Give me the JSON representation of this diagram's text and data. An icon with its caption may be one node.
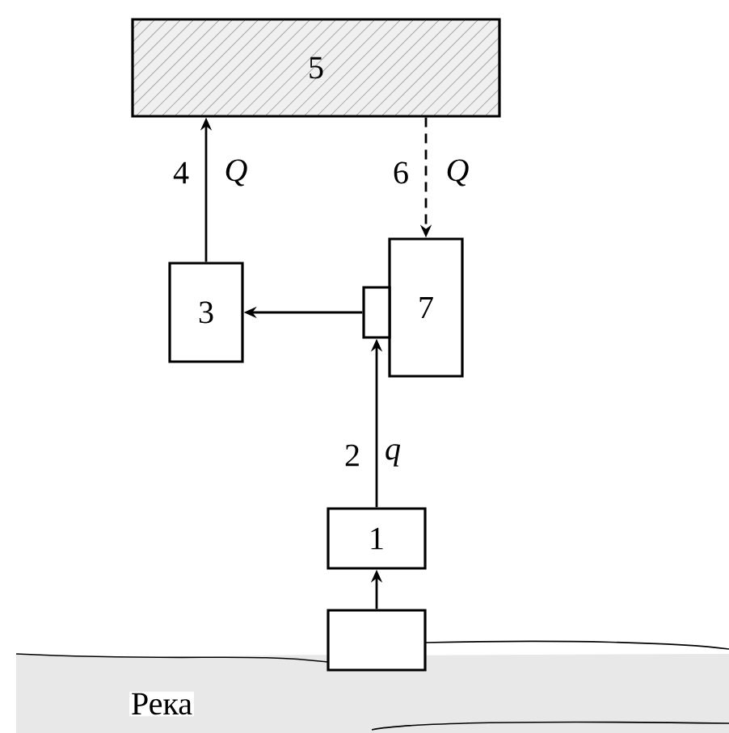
{
  "diagram": {
    "nodes": [
      {
        "text": [
          "5"
        ]
      },
      {
        "text": [
          "3"
        ]
      },
      {
        "text": [
          "7"
        ]
      },
      {
        "text": [],
        "shape": "box"
      },
      {
        "text": [
          "1"
        ]
      },
      {
        "text": [],
        "shape": "box"
      },
      {
        "text": [
          "Река"
        ]
      }
    ],
    "edges": [
      {
        "from": 1,
        "to": 0,
        "arrow": "to",
        "label": "4"
      },
      {
        "from": 0,
        "to": 2,
        "arrow": "to",
        "label": "6",
        "style": "dashed"
      },
      {
        "from": 3,
        "to": 1,
        "arrow": "to"
      },
      {
        "from": 4,
        "to": 3,
        "arrow": "to",
        "label": "2"
      },
      {
        "from": 5,
        "to": 4,
        "arrow": "to"
      }
    ],
    "labels": [
      "Q",
      "Q",
      "q"
    ]
  }
}
